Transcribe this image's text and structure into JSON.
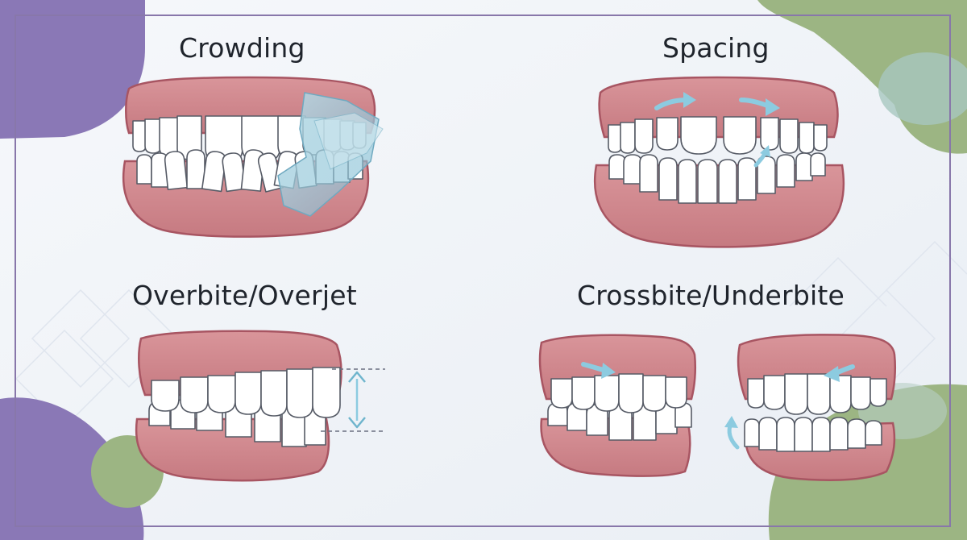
{
  "panels": {
    "crowding": {
      "title": "Crowding"
    },
    "spacing": {
      "title": "Spacing"
    },
    "overbite": {
      "title": "Overbite/Overjet"
    },
    "crossbite": {
      "title": "Crossbite/Underbite"
    }
  },
  "colors": {
    "gum": "#d38a8f",
    "gum_dark": "#b96a72",
    "gum_outline": "#a85562",
    "tooth": "#ffffff",
    "tooth_outline": "#565b66",
    "arrow": "#8ccbe0",
    "purple_blob": "#8a78b6",
    "green_blob": "#9cb583",
    "frame": "#8877aa"
  },
  "icons": [
    "arrow-right-icon",
    "arrow-left-icon",
    "double-arrow-vertical-icon",
    "curved-arrow-up-icon"
  ]
}
